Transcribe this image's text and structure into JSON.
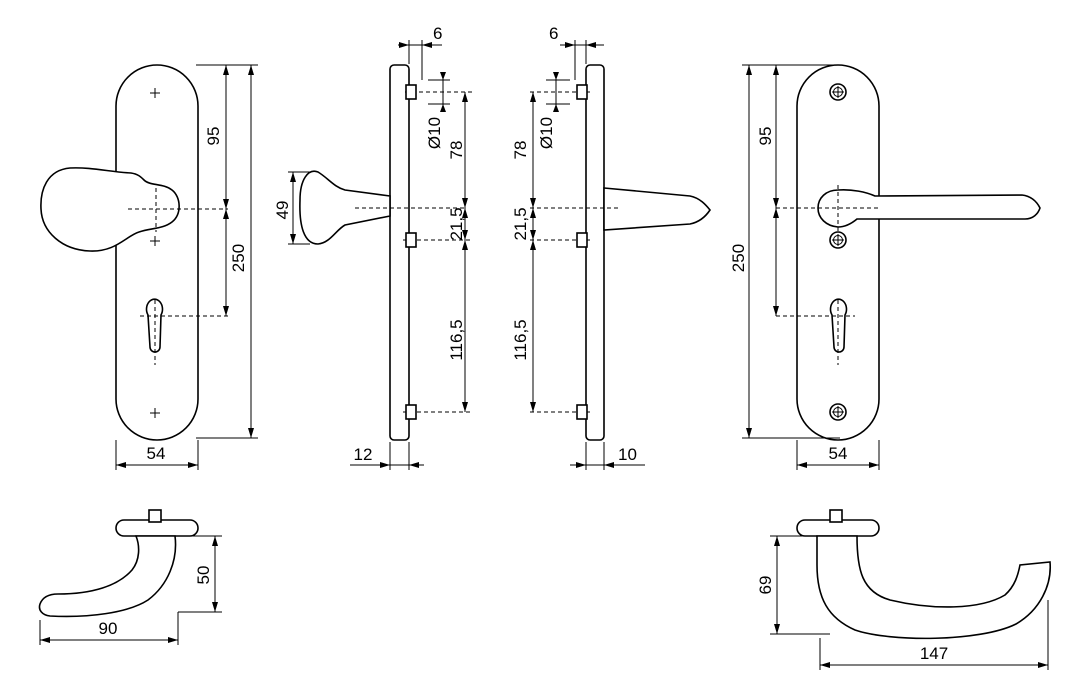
{
  "dimensions": {
    "front_left": {
      "width": "54",
      "height": "250",
      "knob_to_cylinder": "95"
    },
    "side_left": {
      "knob_height": "49",
      "thickness": "12",
      "offset": "6",
      "hole_diameter": "Ø10",
      "top_spacing": "78",
      "middle_spacing": "21,5",
      "bottom_spacing": "116,5"
    },
    "side_right": {
      "thickness": "10",
      "offset": "6",
      "hole_diameter": "Ø10",
      "top_spacing": "78",
      "middle_spacing": "21,5",
      "bottom_spacing": "116,5"
    },
    "front_right": {
      "width": "54",
      "height": "250",
      "lever_to_cylinder": "95"
    },
    "lever_left_top": {
      "width": "90",
      "height": "50"
    },
    "lever_right_top": {
      "width": "147",
      "height": "69"
    }
  }
}
